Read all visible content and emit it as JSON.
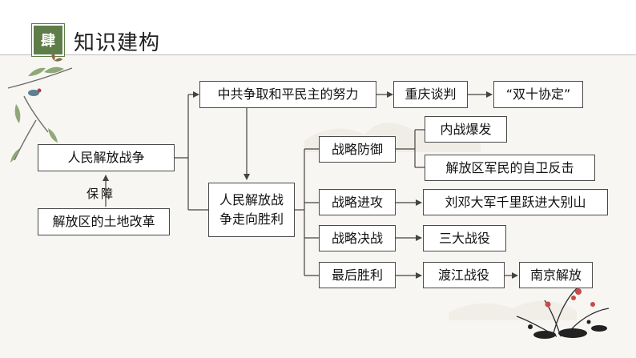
{
  "header": {
    "badge": "肆",
    "title": "知识建构"
  },
  "diagram": {
    "root": "人民解放战争",
    "support_label": "保障",
    "land_reform": "解放区的土地改革",
    "peace_effort": "中共争取和平民主的努力",
    "chongqing": "重庆谈判",
    "agreement": "“双十协定”",
    "victory": "人民解放战争走向胜利",
    "defense": "战略防御",
    "civil_war": "内战爆发",
    "counterattack": "解放区军民的自卫反击",
    "offense": "战略进攻",
    "dabie": "刘邓大军千里跃进大别山",
    "decisive": "战略决战",
    "three_campaigns": "三大战役",
    "final": "最后胜利",
    "yangtze": "渡江战役",
    "nanjing": "南京解放"
  },
  "colors": {
    "accent": "#5f7d49",
    "line": "#444444",
    "background": "#f7f6f2"
  }
}
